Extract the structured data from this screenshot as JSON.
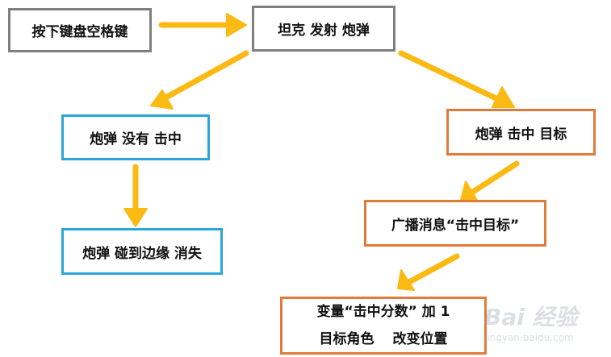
{
  "nodes": {
    "press_space": "按下键盘空格键",
    "tank_fire": "坦克 发射 炮弹",
    "not_hit": "炮弹 没有 击中",
    "edge_vanish": "炮弹 碰到边缘 消失",
    "hit_target": "炮弹 击中 目标",
    "broadcast": "广播消息“击中目标”",
    "result_line1": "变量“击中分数” 加 1",
    "result_line2": "目标角色　 改变位置"
  },
  "colors": {
    "arrow": "#fbb914",
    "gray_border": "#7f7f7f",
    "blue_border": "#2aa6da",
    "orange_border": "#e07b39"
  },
  "watermark": {
    "brand": "Bai 经验",
    "url": "jingyan.baidu.com"
  }
}
